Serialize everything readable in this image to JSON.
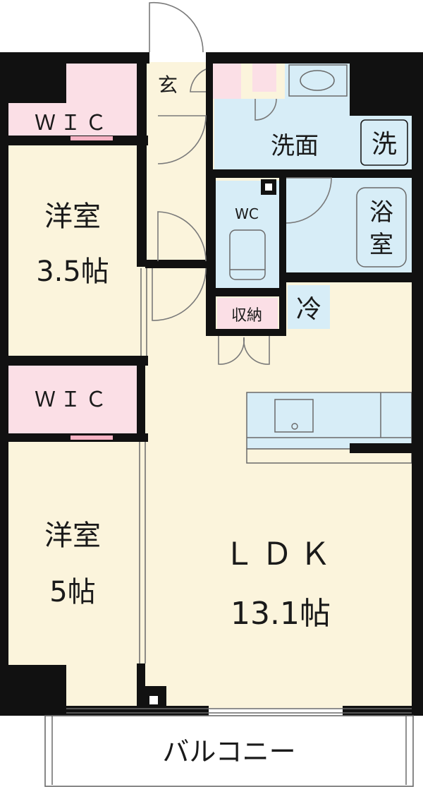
{
  "rooms": {
    "wic_top": "ＷＩＣ",
    "western_small_name": "洋室",
    "western_small_size": "3.5帖",
    "wic_mid": "ＷＩＣ",
    "western_large_name": "洋室",
    "western_large_size": "5帖",
    "entrance": "玄",
    "washroom": "洗面",
    "washer_mark": "洗",
    "toilet": "WC",
    "bath_line1": "浴",
    "bath_line2": "室",
    "storage": "収納",
    "fridge_mark": "冷",
    "ldk_name": "ＬＤＫ",
    "ldk_size": "13.1帖",
    "balcony": "バルコニー"
  },
  "colors": {
    "floor": "#fbf4dc",
    "wet_area": "#d7edf7",
    "closet": "#fbdfe6",
    "wall": "#111111",
    "kitchen": "#d7edf7"
  }
}
